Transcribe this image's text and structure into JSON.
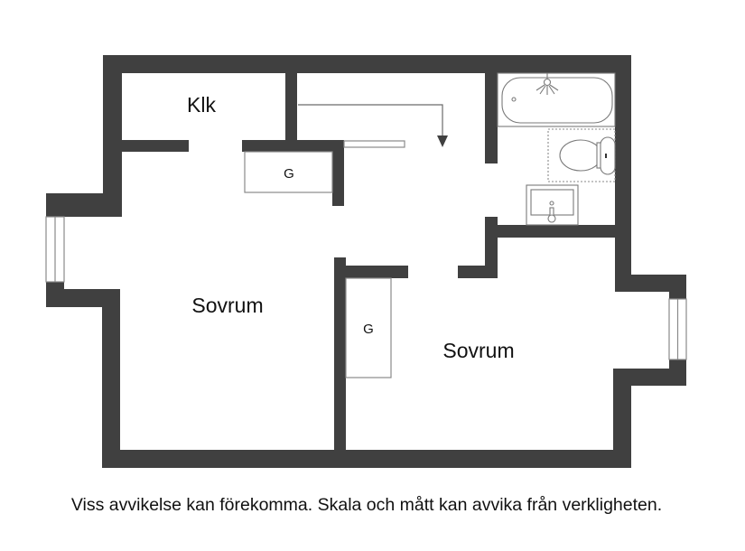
{
  "floorplan": {
    "rooms": [
      {
        "id": "klk",
        "label": "Klk"
      },
      {
        "id": "sovrum-1",
        "label": "Sovrum"
      },
      {
        "id": "sovrum-2",
        "label": "Sovrum"
      }
    ],
    "wardrobes": [
      {
        "id": "wardrobe-upper",
        "label": "G"
      },
      {
        "id": "wardrobe-lower",
        "label": "G"
      }
    ],
    "fixtures": [
      "bathtub",
      "shower-head",
      "toilet",
      "washbasin"
    ],
    "colors": {
      "wall": "#404040",
      "background": "#ffffff",
      "fixture_line": "#7a7a7a",
      "text": "#111111"
    }
  },
  "disclaimer": "Viss avvikelse kan förekomma. Skala och mått kan avvika från verkligheten."
}
